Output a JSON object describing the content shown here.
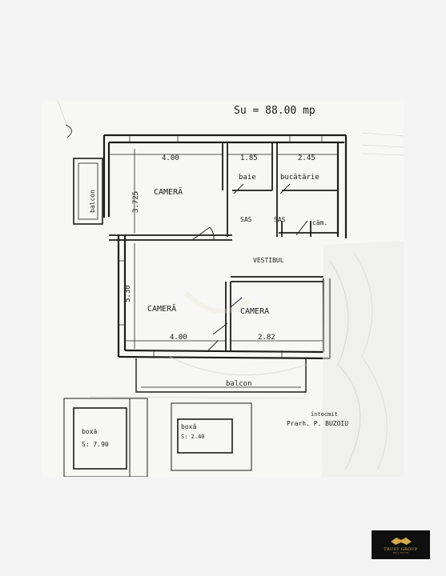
{
  "plan": {
    "total_area": "Su = 88.00 mp",
    "rooms": {
      "camera_top": "CAMERĂ",
      "camera_left": "CAMERĂ",
      "camera_right": "CAMERA",
      "baie": "baie",
      "bucatarie": "bucătărie",
      "sas1": "SAS",
      "sas2": "SAS",
      "camara": "căm.",
      "vestibul": "VESTIBUL",
      "balcon_side": "balcon",
      "balcon_bottom": "balcon",
      "boxa1": "boxă",
      "boxa2": "boxă"
    },
    "dimensions": {
      "d_400_top": "4.00",
      "d_185": "1.85",
      "d_245": "2.45",
      "d_3725": "3.725",
      "d_530": "5.30",
      "d_400_bottom": "4.00",
      "d_282": "2.82",
      "boxa1_area": "S: 7.90",
      "boxa2_area": "S: 2.40"
    },
    "signature_title": "întocmit",
    "signature_name": "Prarh. P. BUZOIU"
  },
  "logo": {
    "name": "TRUST GROUP",
    "sub": "REAL ESTATE"
  }
}
